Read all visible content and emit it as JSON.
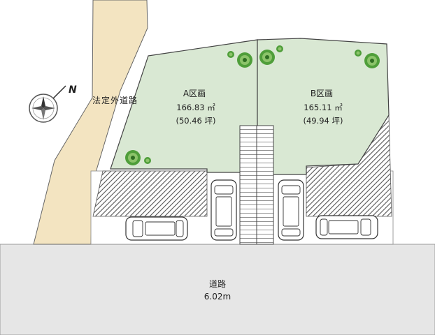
{
  "lots": [
    {
      "name": "A区画",
      "area": "166.83 ㎡",
      "tsubo": "(50.46 坪)"
    },
    {
      "name": "B区画",
      "area": "165.11 ㎡",
      "tsubo": "(49.94 坪)"
    }
  ],
  "side_road": {
    "name": "法定外道路"
  },
  "main_road": {
    "name": "道路",
    "width": "6.02m"
  },
  "compass": {
    "label": "N"
  },
  "colors": {
    "lot_fill": "#d9e8d3",
    "side_road_fill": "#f3e4c1",
    "main_road_fill": "#e6e6e6",
    "hatch": "#555555",
    "tree": "#4f9e3a"
  }
}
